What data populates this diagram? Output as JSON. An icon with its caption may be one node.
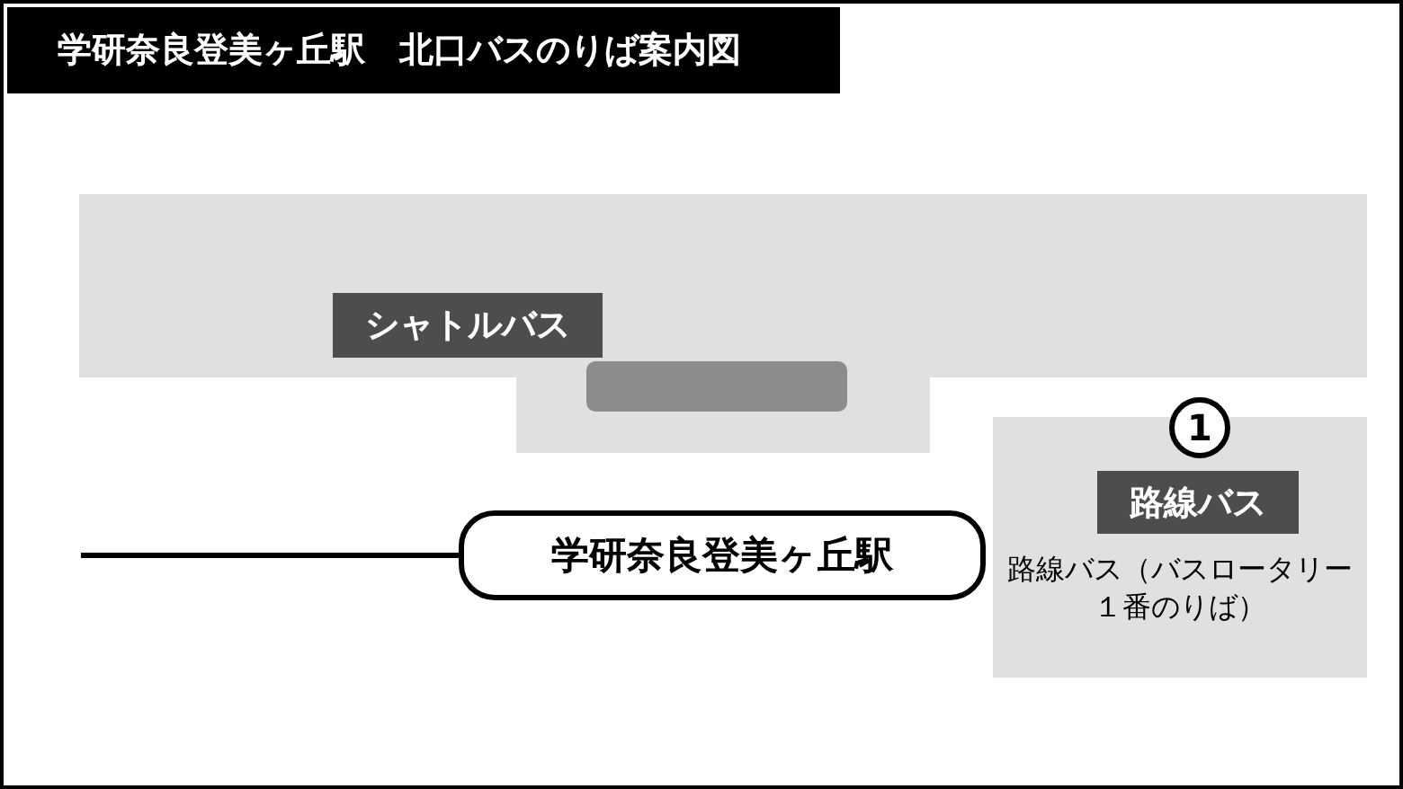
{
  "diagram": {
    "title": "学研奈良登美ヶ丘駅　北口バスのりば案内図",
    "nodes": [
      {
        "text": [
          "シャトルバス"
        ]
      },
      {
        "text": [],
        "shape": "bar"
      },
      {
        "text": [
          "路線バス（バスロータリー１番のりば）"
        ]
      },
      {
        "text": [
          "1"
        ]
      },
      {
        "text": [
          "路線バス"
        ],
        "in": 2
      },
      {
        "text": [
          "学研奈良登美ヶ丘駅"
        ]
      }
    ],
    "edges": []
  }
}
